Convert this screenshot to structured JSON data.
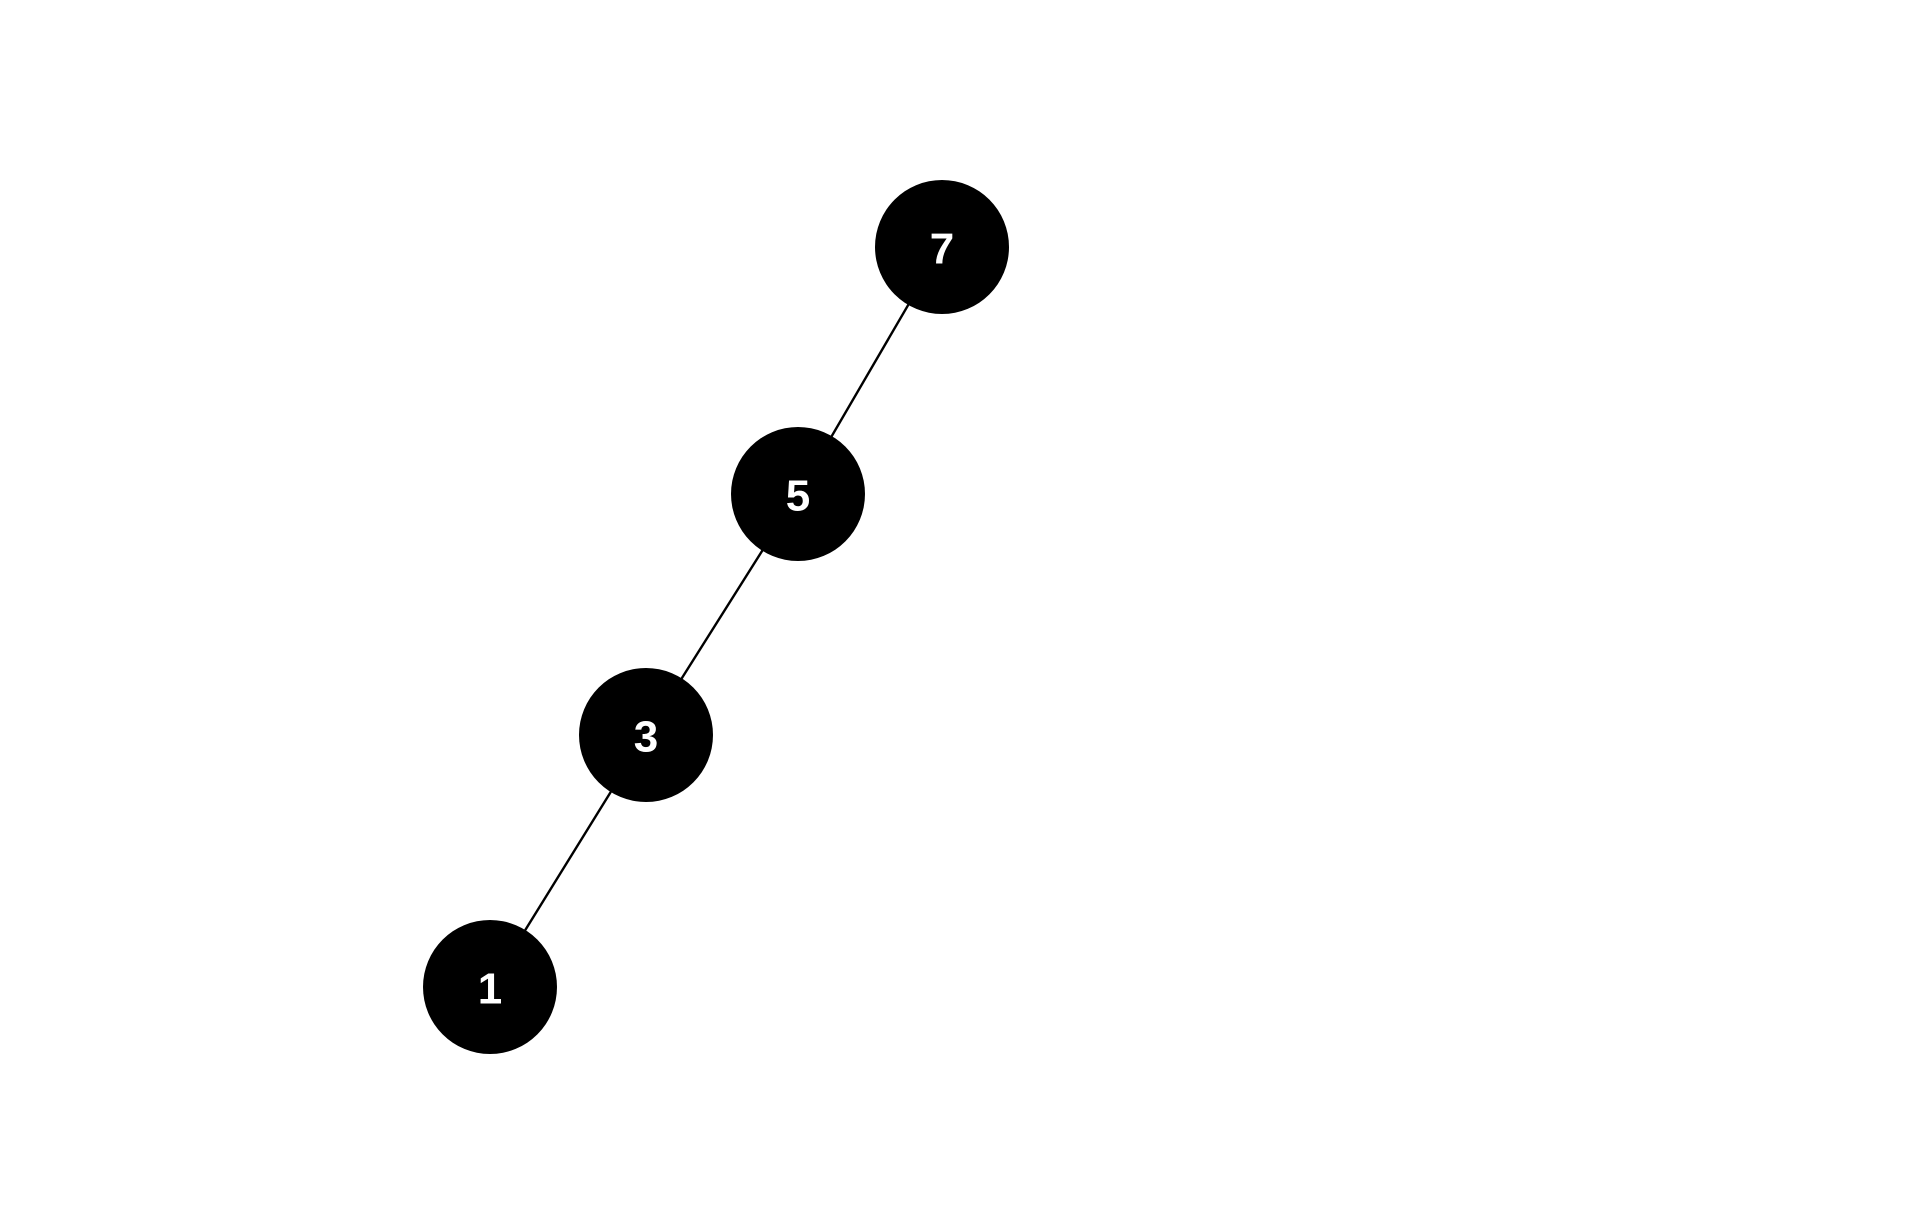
{
  "tree": {
    "colors": {
      "node_fill": "#000000",
      "node_text": "#ffffff",
      "edge": "#000000",
      "background": "#ffffff"
    },
    "nodes": [
      {
        "id": "n7",
        "label": "7",
        "depth": 0
      },
      {
        "id": "n5",
        "label": "5",
        "depth": 1
      },
      {
        "id": "n3",
        "label": "3",
        "depth": 2
      },
      {
        "id": "n1",
        "label": "1",
        "depth": 3
      }
    ],
    "edges": [
      {
        "from": "n7",
        "to": "n5",
        "side": "left"
      },
      {
        "from": "n5",
        "to": "n3",
        "side": "left"
      },
      {
        "from": "n3",
        "to": "n1",
        "side": "left"
      }
    ]
  }
}
